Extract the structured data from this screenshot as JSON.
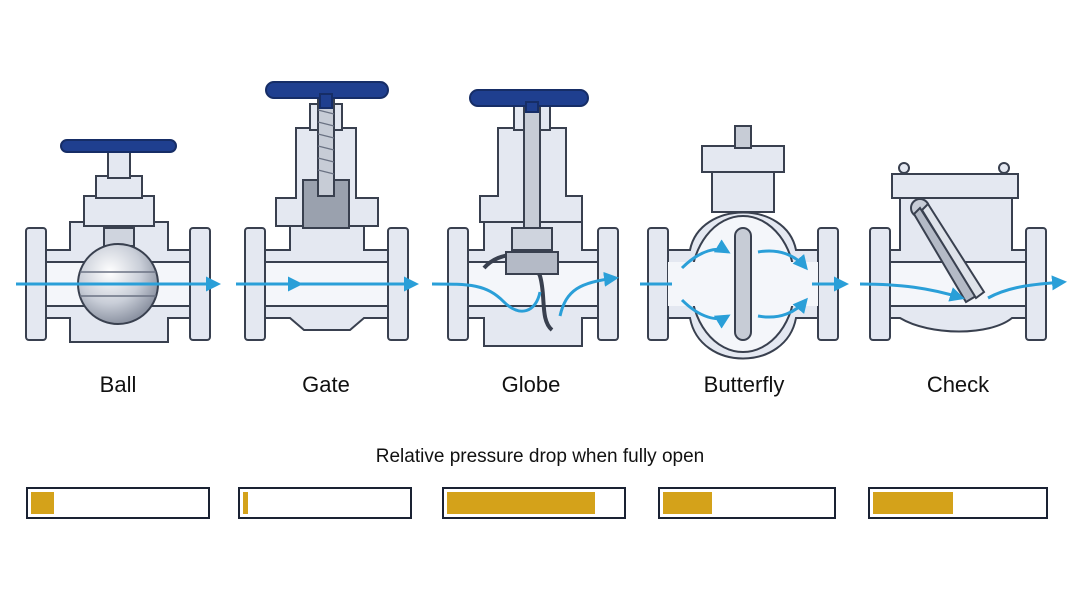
{
  "valves": [
    {
      "label": "Ball"
    },
    {
      "label": "Gate"
    },
    {
      "label": "Globe"
    },
    {
      "label": "Butterfly"
    },
    {
      "label": "Check"
    }
  ],
  "pressure_chart": {
    "title": "Relative pressure drop when fully open",
    "levels": [
      0.13,
      0.03,
      0.85,
      0.29,
      0.47
    ],
    "fill_color": "#d4a21a"
  },
  "colors": {
    "flow": "#2a9fd8",
    "handwheel": "#1f3f8f",
    "body_fill": "#e4e8f1",
    "outline": "#39404f"
  }
}
